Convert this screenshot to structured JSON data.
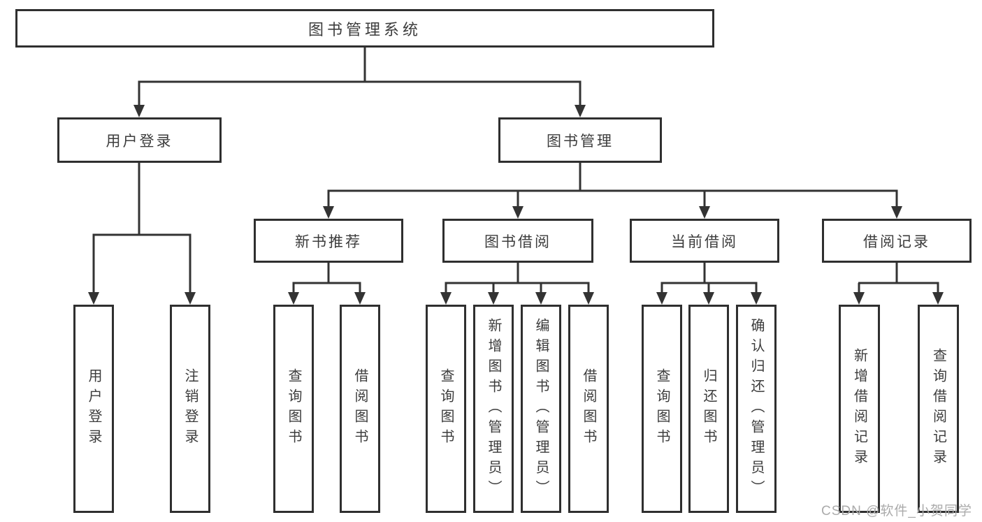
{
  "diagram": {
    "root": {
      "label": "图书管理系统"
    },
    "level2": [
      {
        "label": "用户登录"
      },
      {
        "label": "图书管理"
      }
    ],
    "level3": [
      {
        "label": "新书推荐"
      },
      {
        "label": "图书借阅"
      },
      {
        "label": "当前借阅"
      },
      {
        "label": "借阅记录"
      }
    ],
    "leaf_groups": [
      {
        "items": [
          {
            "label": "用户登录"
          },
          {
            "label": "注销登录"
          }
        ]
      },
      {
        "items": [
          {
            "label": "查询图书"
          },
          {
            "label": "借阅图书"
          }
        ]
      },
      {
        "items": [
          {
            "label": "查询图书"
          },
          {
            "label": "新增图书（管理员）"
          },
          {
            "label": "编辑图书（管理员）"
          },
          {
            "label": "借阅图书"
          }
        ]
      },
      {
        "items": [
          {
            "label": "查询图书"
          },
          {
            "label": "归还图书"
          },
          {
            "label": "确认归还（管理员）"
          }
        ]
      },
      {
        "items": [
          {
            "label": "新增借阅记录"
          },
          {
            "label": "查询借阅记录"
          }
        ]
      }
    ],
    "watermark": "CSDN @软件_小贺同学",
    "colors": {
      "line": "#333333",
      "box_border": "#2f2f2f",
      "text": "#3c3c3c",
      "watermark": "#ababab",
      "background": "#ffffff"
    }
  }
}
